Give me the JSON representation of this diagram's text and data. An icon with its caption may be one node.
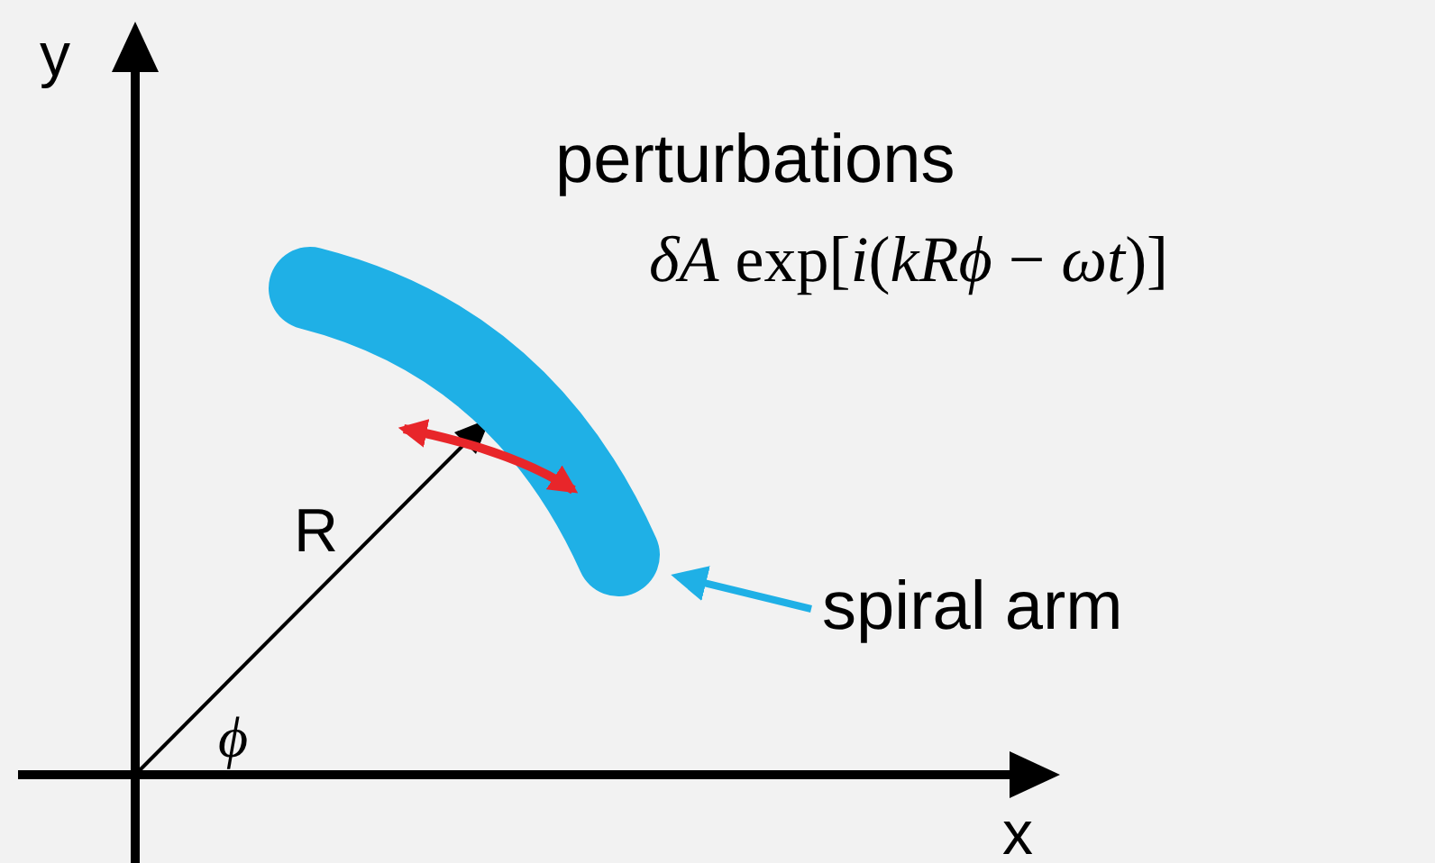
{
  "diagram": {
    "nodes": [
      {
        "text": [],
        "shape": "bar"
      },
      {
        "text": [
          "spiral arm"
        ]
      }
    ],
    "edges": [
      {
        "from": 1,
        "to": 0,
        "arrow": "to"
      }
    ],
    "labels": [
      "y",
      "x",
      "R",
      "ϕ",
      "perturbations",
      "*δA* exp[*i*(*kRϕ* − *ωt*)]"
    ]
  }
}
